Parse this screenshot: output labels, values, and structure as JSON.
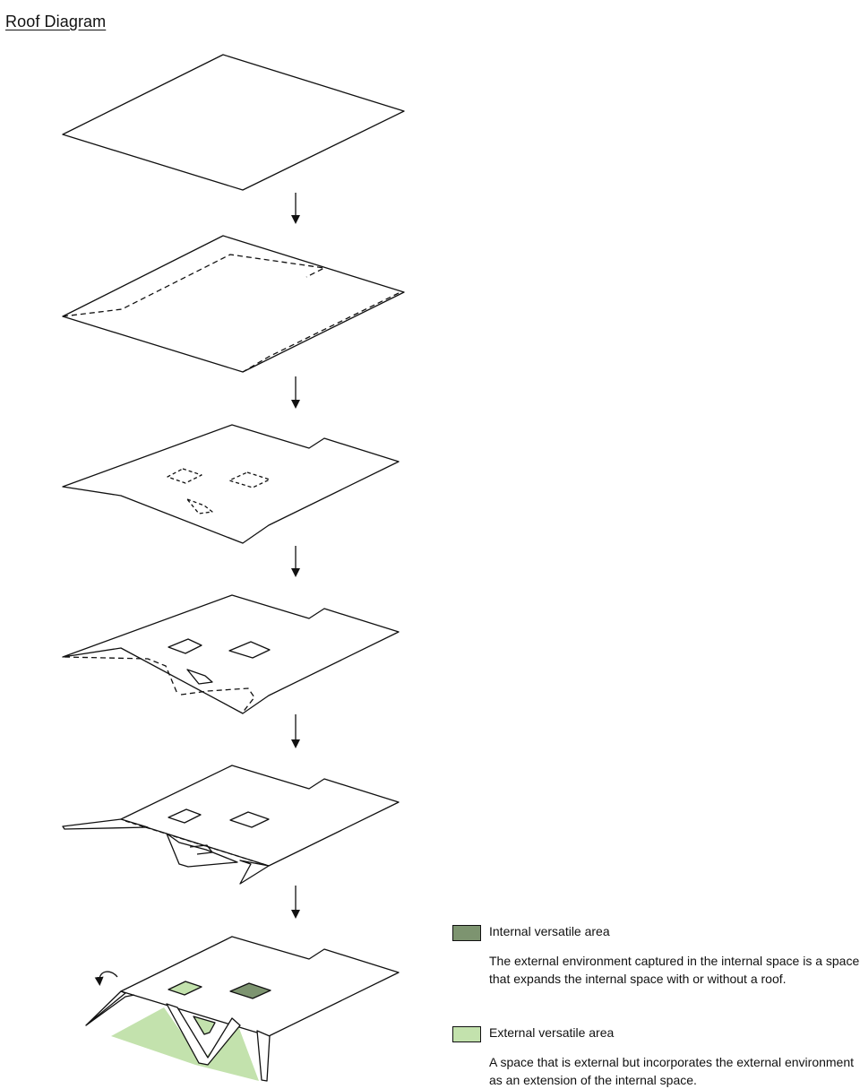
{
  "title": "Roof Diagram",
  "colors": {
    "stroke": "#111111",
    "internal": "#7d9470",
    "external": "#c3e2ad"
  },
  "legend": [
    {
      "label": "Internal versatile area",
      "description": "The external environment captured in the internal space is a space that expands the internal space with or without a roof.",
      "color": "#7d9470"
    },
    {
      "label": "External versatile area",
      "description": "A space that is external but incorporates the external environment as an extension of the internal space.",
      "color": "#c3e2ad"
    }
  ],
  "steps": [
    {
      "name": "flat-roof-plane"
    },
    {
      "name": "roof-with-fold-outline"
    },
    {
      "name": "folded-roof-with-openings"
    },
    {
      "name": "roof-with-cut-lines"
    },
    {
      "name": "roof-with-folded-flaps"
    },
    {
      "name": "final-roof-with-versatile-areas"
    }
  ]
}
